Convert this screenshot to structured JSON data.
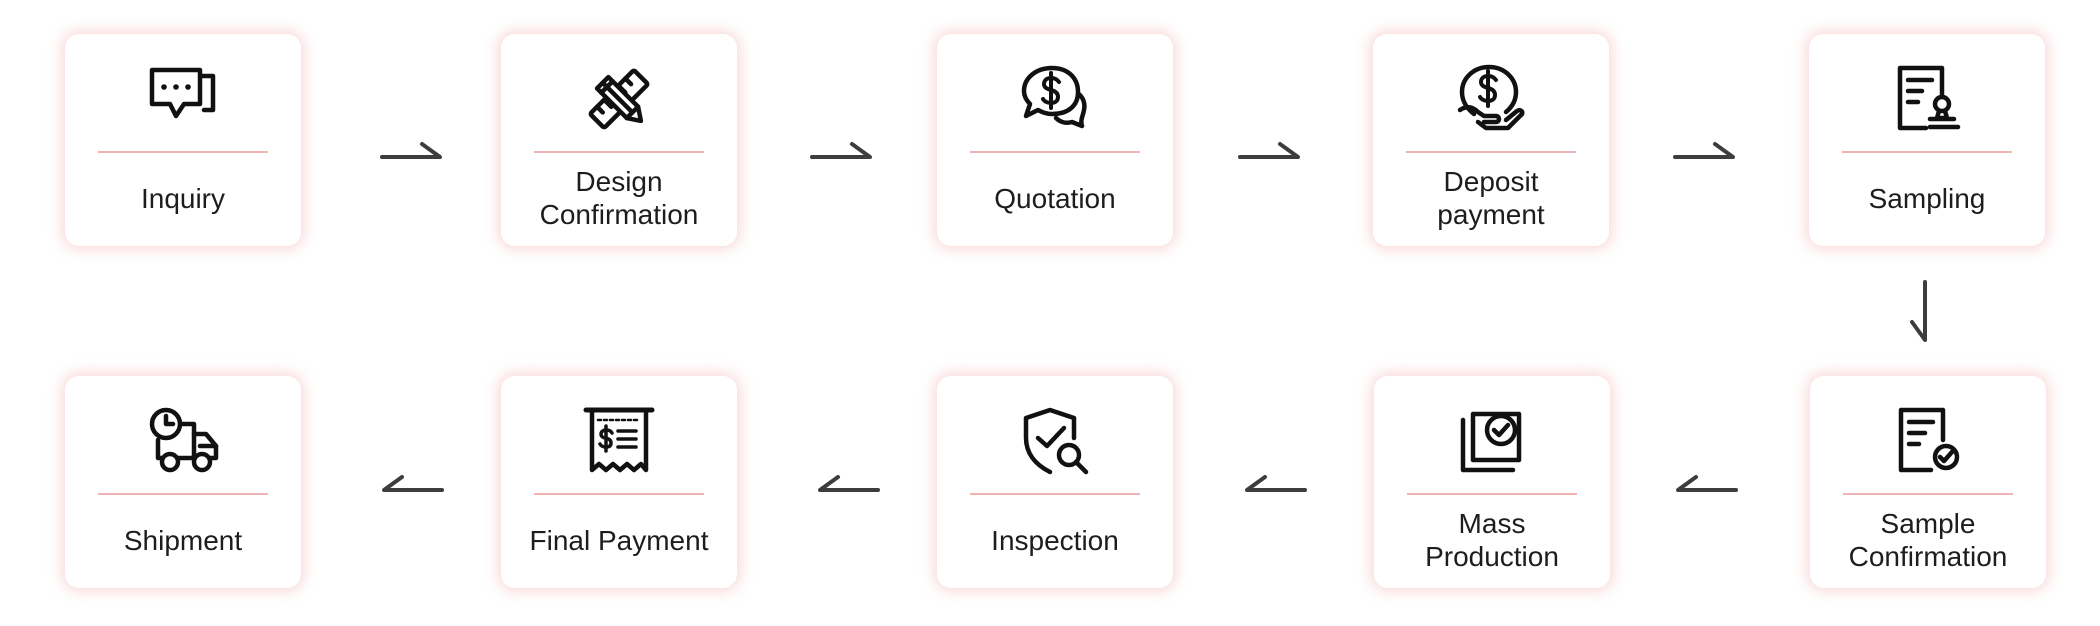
{
  "steps": [
    {
      "label": "Inquiry",
      "icon": "chat-bubbles-icon"
    },
    {
      "label": "Design\nConfirmation",
      "icon": "pencil-ruler-icon"
    },
    {
      "label": "Quotation",
      "icon": "dollar-chat-icon"
    },
    {
      "label": "Deposit\npayment",
      "icon": "hand-coin-icon"
    },
    {
      "label": "Sampling",
      "icon": "document-stamp-icon"
    },
    {
      "label": "Sample\nConfirmation",
      "icon": "document-check-icon"
    },
    {
      "label": "Mass\nProduction",
      "icon": "stacked-check-icon"
    },
    {
      "label": "Inspection",
      "icon": "shield-search-icon"
    },
    {
      "label": "Final Payment",
      "icon": "receipt-icon"
    },
    {
      "label": "Shipment",
      "icon": "truck-clock-icon"
    }
  ],
  "colors": {
    "card_glow": "#ec8a8a",
    "divider": "#efb3b3",
    "icon": "#111111",
    "arrow": "#3d3d3d",
    "text": "#1d1d1f"
  }
}
